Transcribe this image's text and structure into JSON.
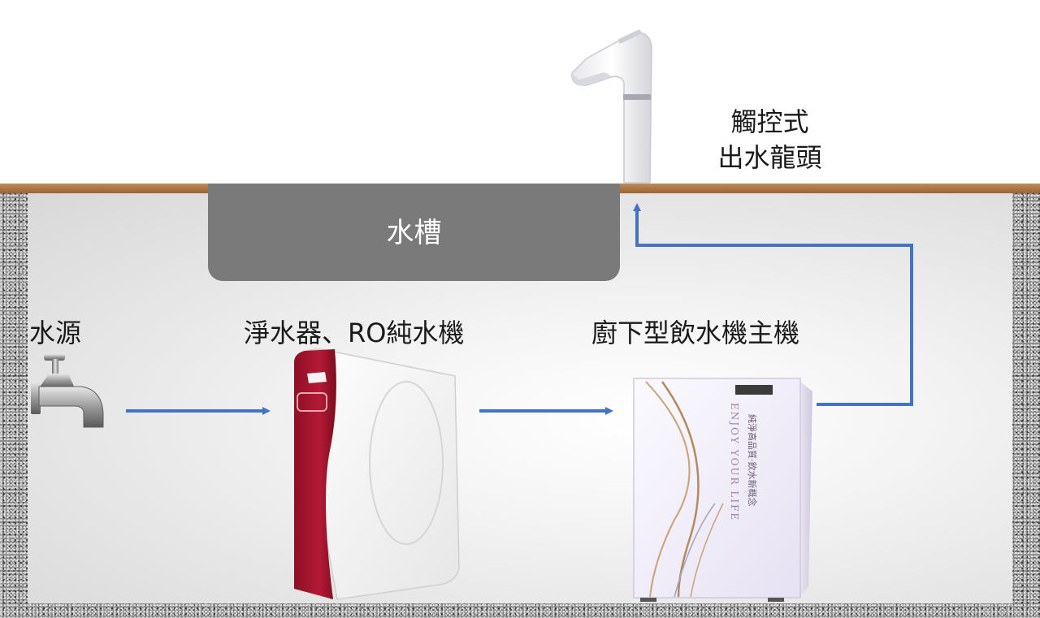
{
  "diagram": {
    "sink_label": "水槽",
    "faucet_label_line1": "觸控式",
    "faucet_label_line2": "出水龍頭",
    "water_source_label": "水源",
    "purifier_label": "淨水器、RO純水機",
    "main_unit_label": "廚下型飲水機主機",
    "main_unit_slogan_en": "ENJOY YOUR LIFE",
    "main_unit_slogan_zh": "純淨高品質‧飲水新概念",
    "flow_arrow_color": "#4472c4"
  }
}
